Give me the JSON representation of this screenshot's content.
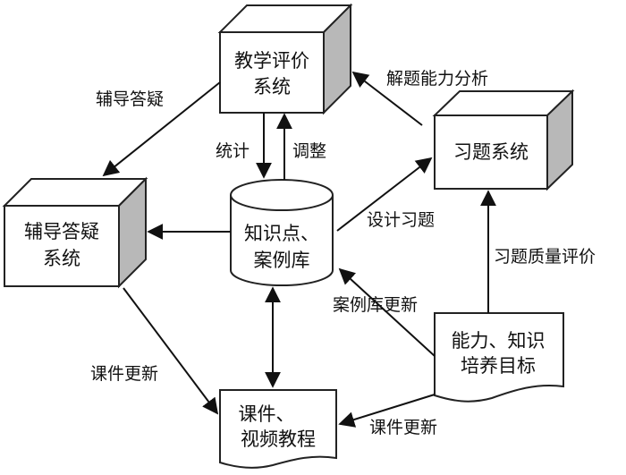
{
  "nodes": {
    "teaching_eval": {
      "line1": "教学评价",
      "line2": "系统",
      "shape": "3d-box"
    },
    "tutoring": {
      "line1": "辅导答疑",
      "line2": "系统",
      "shape": "3d-box"
    },
    "exercise": {
      "line1": "习题系统",
      "shape": "3d-box"
    },
    "knowledge_db": {
      "line1": "知识点、",
      "line2": "案例库",
      "shape": "database-cylinder"
    },
    "goals": {
      "line1": "能力、知识",
      "line2": "培养目标",
      "shape": "document"
    },
    "courseware": {
      "line1": "课件、",
      "line2": "视频教程",
      "shape": "document"
    }
  },
  "edges": [
    {
      "from": "teaching_eval",
      "to": "tutoring",
      "label": "辅导答疑"
    },
    {
      "from": "teaching_eval",
      "to": "knowledge_db",
      "label": "统计"
    },
    {
      "from": "knowledge_db",
      "to": "teaching_eval",
      "label": "调整"
    },
    {
      "from": "exercise",
      "to": "teaching_eval",
      "label": "解题能力分析"
    },
    {
      "from": "knowledge_db",
      "to": "exercise",
      "label": "设计习题"
    },
    {
      "from": "knowledge_db",
      "to": "tutoring",
      "label": ""
    },
    {
      "from": "goals",
      "to": "exercise",
      "label": "习题质量评价"
    },
    {
      "from": "goals",
      "to": "knowledge_db",
      "label": "案例库更新"
    },
    {
      "from": "knowledge_db",
      "to": "courseware",
      "label": "",
      "bidirectional": true
    },
    {
      "from": "tutoring",
      "to": "courseware",
      "label": "课件更新"
    },
    {
      "from": "goals",
      "to": "courseware",
      "label": "课件更新"
    }
  ],
  "colors": {
    "stroke": "#111111",
    "box_side": "#b8b8b8",
    "background": "#ffffff"
  }
}
